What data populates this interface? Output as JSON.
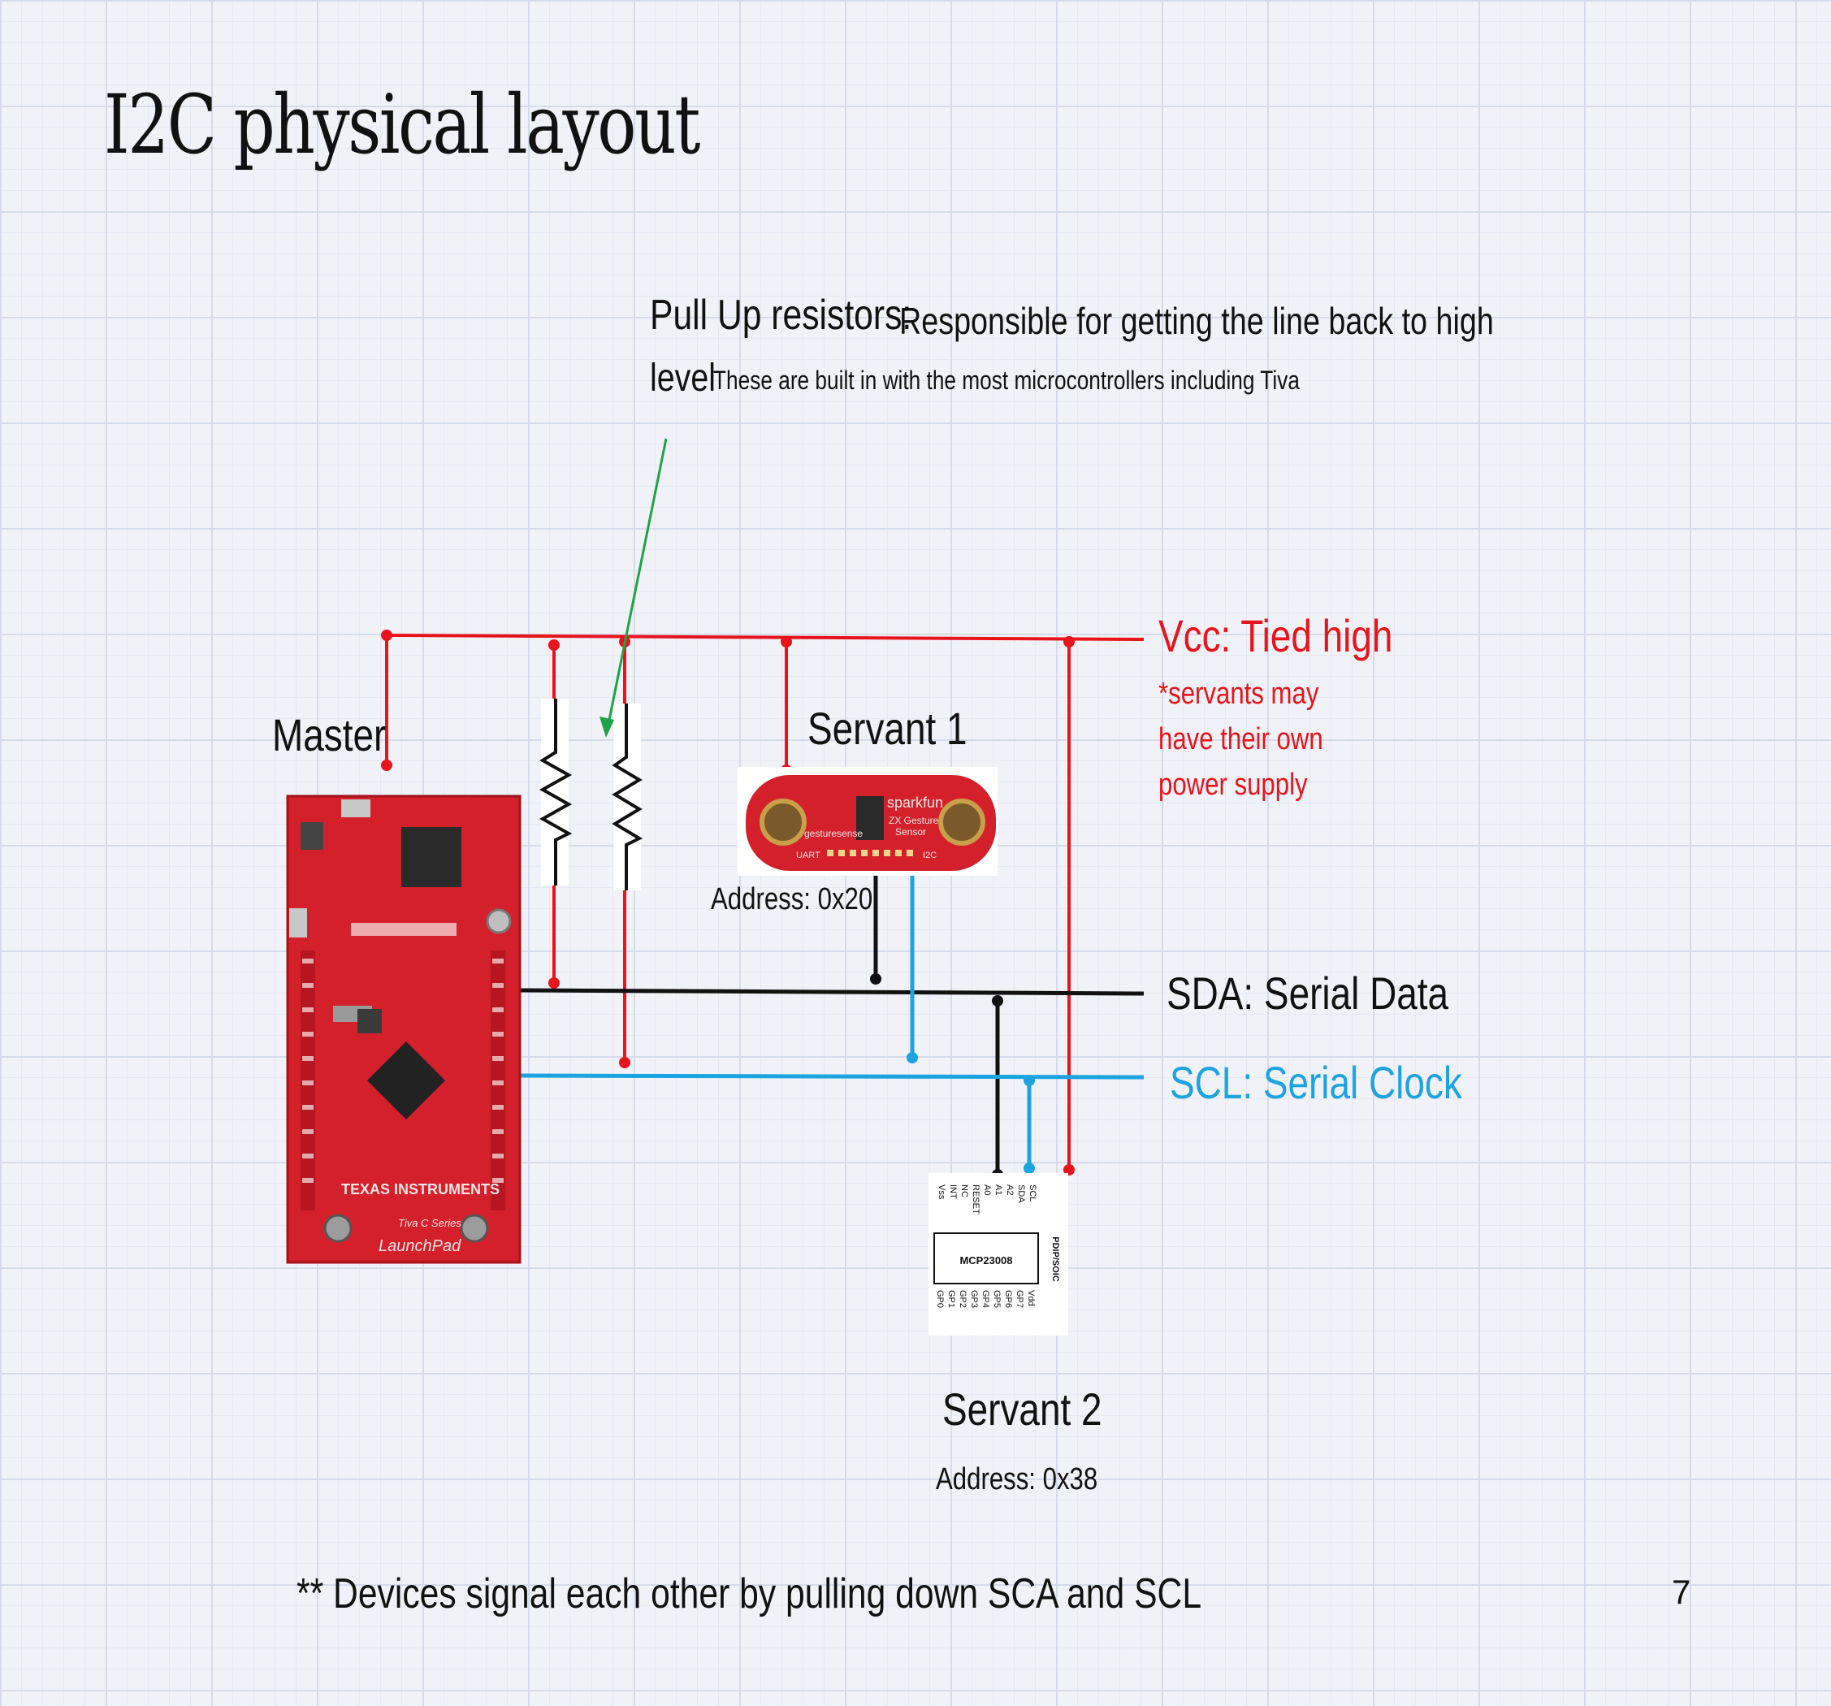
{
  "slide": {
    "title": "I2C physical layout",
    "page_number": "7",
    "footnote": "** Devices signal each other by pulling down SCA and SCL"
  },
  "pullup": {
    "label": "Pull Up resistors:",
    "description": "Responsible for getting the line back to high",
    "level_word": "level",
    "note": "These are built in with the most microcontrollers including Tiva"
  },
  "master": {
    "label": "Master"
  },
  "servant1": {
    "label": "Servant 1",
    "address": "Address: 0x20",
    "board_text": [
      "sparkfun",
      "ZX Gesture",
      "Sensor",
      "gesturesense",
      "UART",
      "I2C"
    ]
  },
  "servant2": {
    "label": "Servant 2",
    "address": "Address: 0x38",
    "chip_name": "MCP23008",
    "package": "PDIP/SOIC",
    "left_pins": [
      "SCL",
      "SDA",
      "A2",
      "A1",
      "A0",
      "RESET",
      "NC",
      "INT",
      "Vss"
    ],
    "right_pins": [
      "Vdd",
      "GP7",
      "GP6",
      "GP5",
      "GP4",
      "GP3",
      "GP2",
      "GP1",
      "GP0"
    ]
  },
  "buses": {
    "vcc": {
      "label": "Vcc: Tied high",
      "note": "*servants may have their own power supply",
      "color": "#e8141c"
    },
    "sda": {
      "label": "SDA: Serial Data",
      "color": "#111111"
    },
    "scl": {
      "label": "SCL: Serial Clock",
      "color": "#1ca3e0"
    }
  },
  "launchpad_text": [
    "TEXAS INSTRUMENTS",
    "Tiva C Series",
    "LaunchPad"
  ],
  "colors": {
    "arrow": "#1fa347",
    "board_red": "#d3202a"
  }
}
